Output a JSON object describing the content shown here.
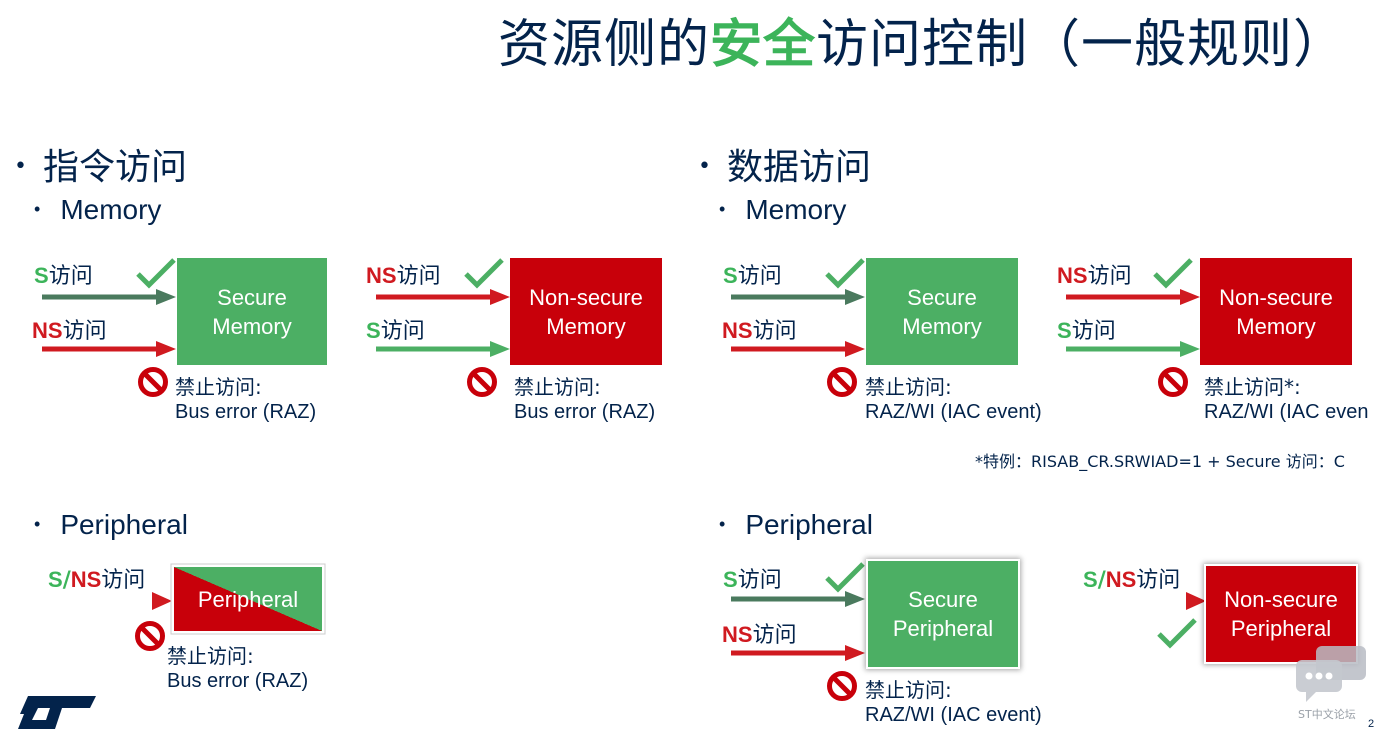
{
  "title": {
    "part1": "资源侧的",
    "highlight": "安全",
    "part2": "访问控制（一般规则）"
  },
  "left": {
    "heading": "指令访问",
    "memory_heading": "Memory",
    "peripheral_heading": "Peripheral",
    "secure_memory": {
      "box_line1": "Secure",
      "box_line2": "Memory",
      "allowed_prefix": "S",
      "allowed_suffix": "访问",
      "denied_prefix": "NS",
      "denied_suffix": "访问",
      "note_line1": "禁止访问:",
      "note_line2": "Bus error (RAZ)"
    },
    "nonsecure_memory": {
      "box_line1": "Non-secure",
      "box_line2": "Memory",
      "allowed_prefix": "NS",
      "allowed_suffix": "访问",
      "denied_prefix": "S",
      "denied_suffix": "访问",
      "note_line1": "禁止访问:",
      "note_line2": "Bus error (RAZ)"
    },
    "peripheral": {
      "box_label": "Peripheral",
      "access_s": "S",
      "access_slash": "/",
      "access_ns": "NS",
      "access_suffix": "访问",
      "note_line1": "禁止访问:",
      "note_line2": "Bus error (RAZ)"
    }
  },
  "right": {
    "heading": "数据访问",
    "memory_heading": "Memory",
    "peripheral_heading": "Peripheral",
    "secure_memory": {
      "box_line1": "Secure",
      "box_line2": "Memory",
      "allowed_prefix": "S",
      "allowed_suffix": "访问",
      "denied_prefix": "NS",
      "denied_suffix": "访问",
      "note_line1": "禁止访问:",
      "note_line2": "RAZ/WI (IAC event)"
    },
    "nonsecure_memory": {
      "box_line1": "Non-secure",
      "box_line2": "Memory",
      "allowed_prefix": "NS",
      "allowed_suffix": "访问",
      "second_prefix": "S",
      "second_suffix": "访问",
      "note_line1": "禁止访问*:",
      "note_line2": "RAZ/WI (IAC even"
    },
    "footnote": "*特例：RISAB_CR.SRWIAD=1  + Secure 访问：C",
    "secure_peripheral": {
      "box_line1": "Secure",
      "box_line2": "Peripheral",
      "allowed_prefix": "S",
      "allowed_suffix": "访问",
      "denied_prefix": "NS",
      "denied_suffix": "访问",
      "note_line1": "禁止访问:",
      "note_line2": "RAZ/WI (IAC event)"
    },
    "nonsecure_peripheral": {
      "box_line1": "Non-secure",
      "box_line2": "Peripheral",
      "access_s": "S",
      "access_slash": "/",
      "access_ns": "NS",
      "access_suffix": "访问"
    }
  },
  "footer": {
    "forum_text": "ST中文论坛",
    "page_number": "2"
  },
  "colors": {
    "navy": "#03234b",
    "green": "#3cb45a",
    "box_green": "#4caf64",
    "red": "#c8000a",
    "arrow_dark_green": "#4a7a5e"
  },
  "icons": [
    "checkmark-icon",
    "no-entry-icon",
    "st-logo",
    "chat-bubble-icon"
  ]
}
